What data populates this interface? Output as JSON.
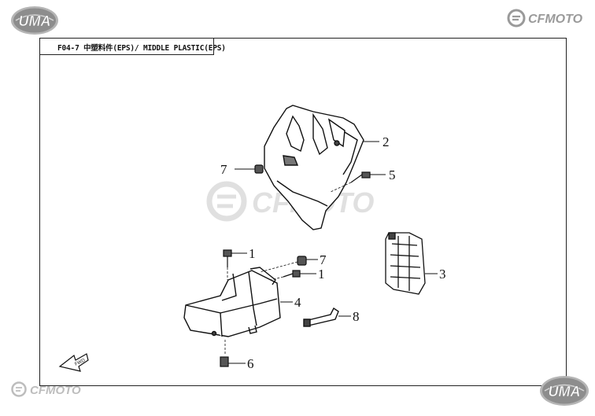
{
  "header": {
    "title": "F04-7 中塑料件(EPS)/ MIDDLE PLASTIC(EPS)"
  },
  "logos": {
    "uma": "UMA",
    "cfmoto": "CFMOTO"
  },
  "callouts": [
    {
      "part": "1",
      "label": "1"
    },
    {
      "part": "2",
      "label": "2"
    },
    {
      "part": "3",
      "label": "3"
    },
    {
      "part": "4",
      "label": "4"
    },
    {
      "part": "5",
      "label": "5"
    },
    {
      "part": "6",
      "label": "6"
    },
    {
      "part": "7",
      "label": "7"
    },
    {
      "part": "8",
      "label": "8"
    }
  ],
  "colors": {
    "line": "#111111",
    "watermark": "#c8c8c8",
    "logo_grey": "#9a9a9a"
  },
  "icons": [
    "front-direction-arrow-icon"
  ]
}
